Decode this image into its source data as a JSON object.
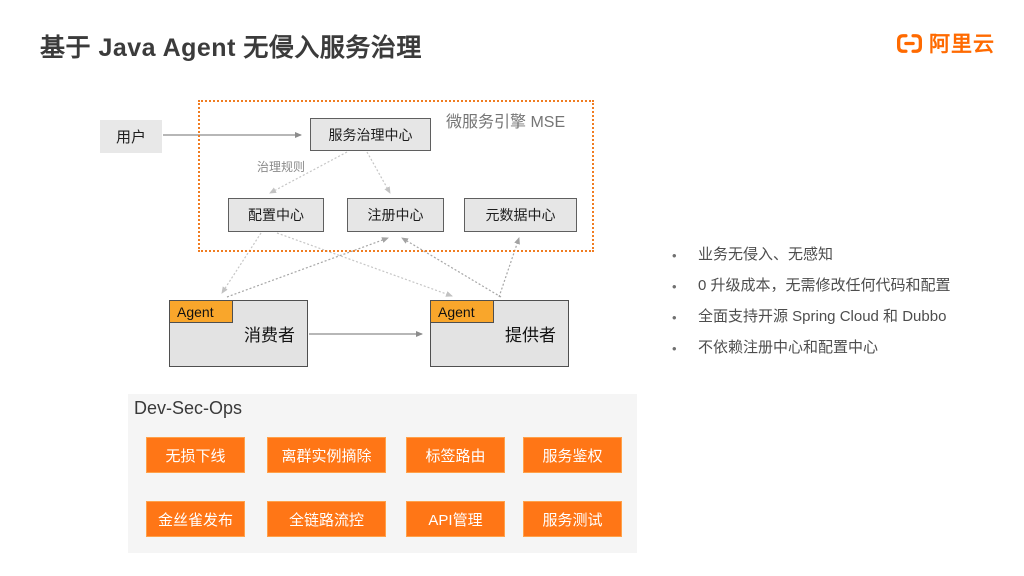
{
  "header": {
    "title": "基于 Java Agent 无侵入服务治理",
    "logo_text": "阿里云"
  },
  "diagram": {
    "mse_label": "微服务引擎 MSE",
    "user_box": "用户",
    "governance_center": "服务治理中心",
    "rule_label": "治理规则",
    "config_center": "配置中心",
    "registry_center": "注册中心",
    "metadata_center": "元数据中心",
    "consumer": {
      "agent": "Agent",
      "label": "消费者"
    },
    "provider": {
      "agent": "Agent",
      "label": "提供者"
    }
  },
  "bullets": {
    "items": [
      "业务无侵入、无感知",
      "0 升级成本，无需修改任何代码和配置",
      "全面支持开源 Spring Cloud 和 Dubbo",
      "不依赖注册中心和配置中心"
    ]
  },
  "devsecops": {
    "title": "Dev-Sec-Ops",
    "features": [
      "无损下线",
      "离群实例摘除",
      "标签路由",
      "服务鉴权",
      "金丝雀发布",
      "全链路流控",
      "API管理",
      "服务测试"
    ]
  },
  "colors": {
    "brand_orange": "#FF6A00",
    "button_orange": "#FF7616",
    "agent_amber": "#F9A62B",
    "mse_border": "#F07C21"
  }
}
